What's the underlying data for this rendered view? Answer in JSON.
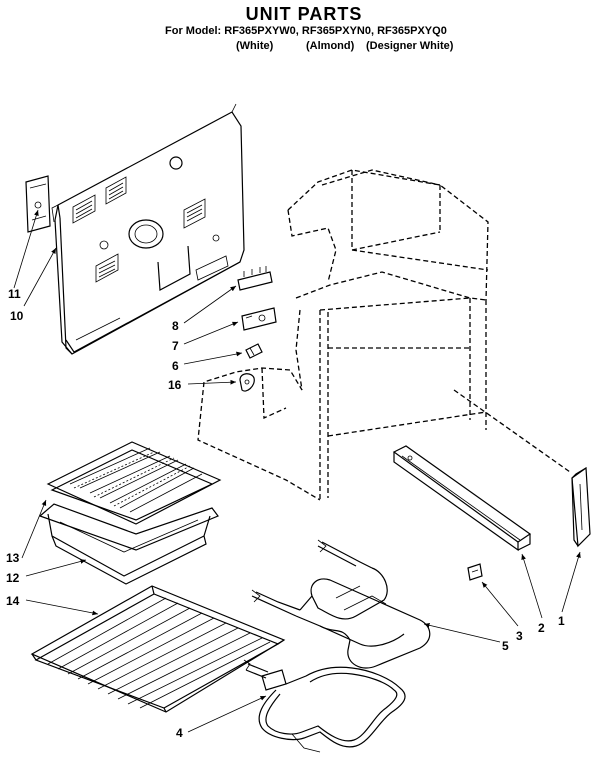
{
  "header": {
    "title": "UNIT PARTS",
    "models": "For Model: RF365PXYW0, RF365PXYN0, RF365PXYQ0",
    "variants": [
      "(White)",
      "(Almond)",
      "(Designer White)"
    ]
  },
  "callouts": [
    "1",
    "2",
    "3",
    "4",
    "5",
    "6",
    "7",
    "8",
    "10",
    "11",
    "12",
    "13",
    "14",
    "16"
  ]
}
